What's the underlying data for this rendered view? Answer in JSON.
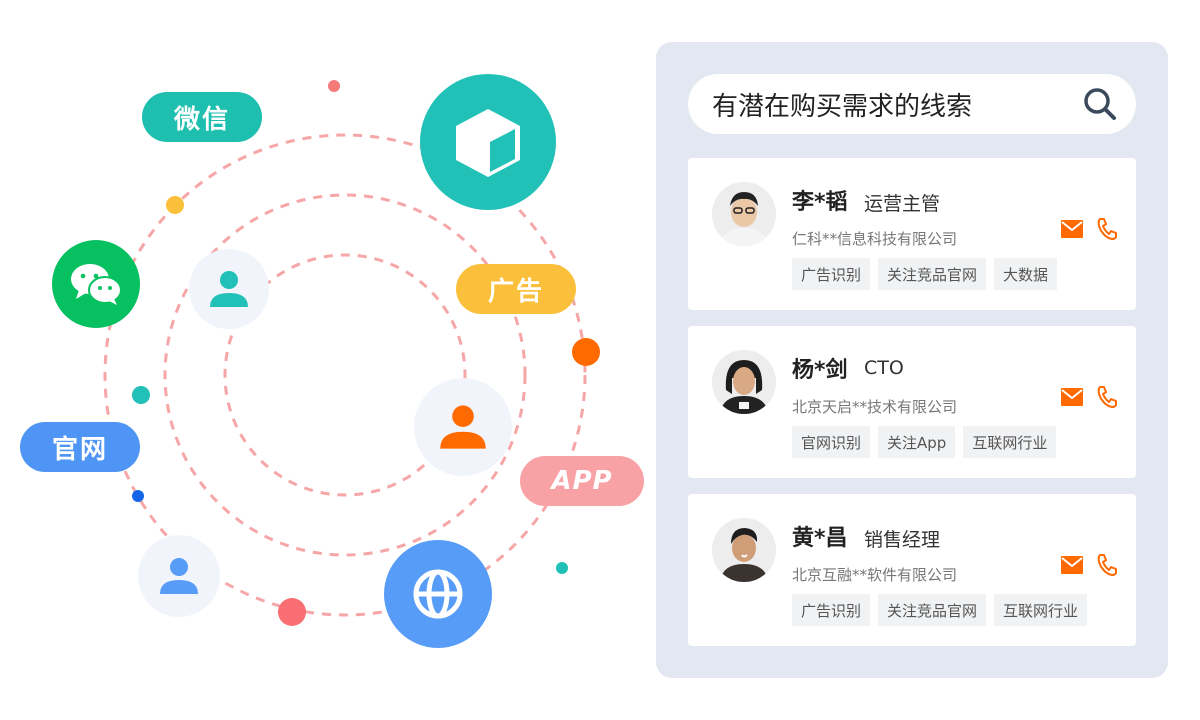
{
  "channels": {
    "wechat": "微信",
    "ad": "广告",
    "website": "官网",
    "app": "APP"
  },
  "search": {
    "query": "有潜在购买需求的线索"
  },
  "leads": [
    {
      "name": "李*韬",
      "title": "运营主管",
      "company": "仁科**信息科技有限公司",
      "tags": [
        "广告识别",
        "关注竞品官网",
        "大数据"
      ]
    },
    {
      "name": "杨*剑",
      "title": "CTO",
      "company": "北京天启**技术有限公司",
      "tags": [
        "官网识别",
        "关注App",
        "互联网行业"
      ]
    },
    {
      "name": "黄*昌",
      "title": "销售经理",
      "company": "北京互融**软件有限公司",
      "tags": [
        "广告识别",
        "关注竞品官网",
        "互联网行业"
      ]
    }
  ],
  "colors": {
    "teal": "#21c1b7",
    "wechat_green": "#07c160",
    "yellow": "#fbc03b",
    "blue": "#579cf7",
    "pink": "#f9a2a6",
    "orange": "#ff6a00",
    "panel_bg": "#e3e7f1",
    "ring": "#f6a6a6"
  },
  "icons": [
    "cube-icon",
    "wechat-icon",
    "globe-icon",
    "user-icon",
    "search-icon",
    "mail-icon",
    "phone-icon"
  ]
}
